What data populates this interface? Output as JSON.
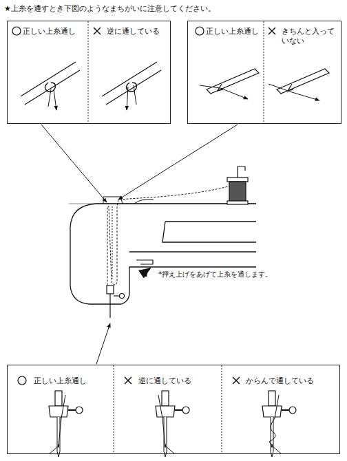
{
  "diagram": {
    "title": "★上糸を通すとき下図のようなまちがいに注意してください。",
    "nodes": [
      {
        "text": [
          "正しい上糸通し",
          "逆に通している"
        ]
      },
      {
        "text": [
          "正しい上糸通し",
          "きちんと入って いない"
        ]
      },
      {
        "text": [
          "正しい上糸通し",
          "逆に通している",
          "からんで通している"
        ]
      }
    ],
    "labels": [
      "*押え上げをあげて上糸を通します。"
    ]
  }
}
